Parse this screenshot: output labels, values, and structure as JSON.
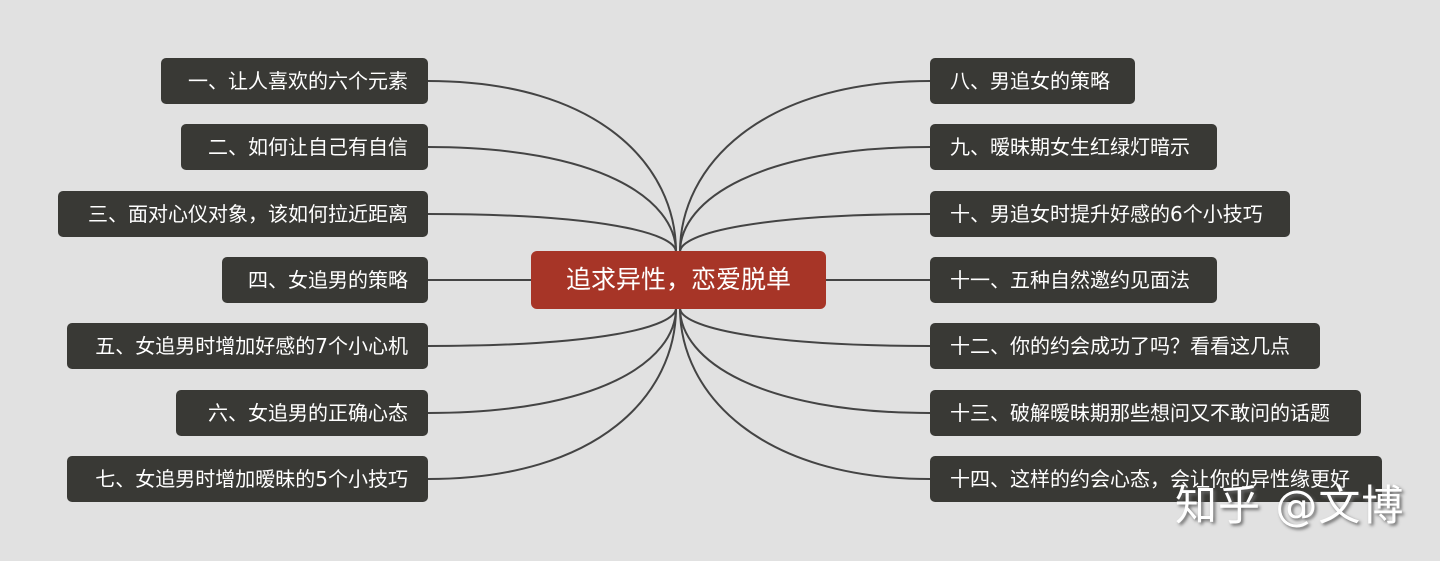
{
  "center": {
    "label": "追求异性，恋爱脱单",
    "color": "#a73527"
  },
  "node_color": "#393935",
  "left_branches": [
    {
      "label": "一、让人喜欢的六个元素"
    },
    {
      "label": "二、如何让自己有自信"
    },
    {
      "label": "三、面对心仪对象，该如何拉近距离"
    },
    {
      "label": "四、女追男的策略"
    },
    {
      "label": "五、女追男时增加好感的7个小心机"
    },
    {
      "label": "六、女追男的正确心态"
    },
    {
      "label": "七、女追男时增加暧昧的5个小技巧"
    }
  ],
  "right_branches": [
    {
      "label": "八、男追女的策略"
    },
    {
      "label": "九、暧昧期女生红绿灯暗示"
    },
    {
      "label": "十、男追女时提升好感的6个小技巧"
    },
    {
      "label": "十一、五种自然邀约见面法"
    },
    {
      "label": "十二、你的约会成功了吗？看看这几点"
    },
    {
      "label": "十三、破解暧昧期那些想问又不敢问的话题"
    },
    {
      "label": "十四、这样的约会心态，会让你的异性缘更好"
    }
  ],
  "watermark": "知乎 @文博"
}
